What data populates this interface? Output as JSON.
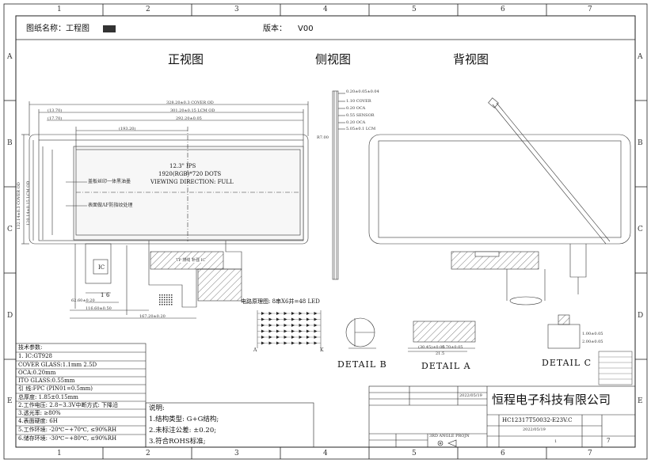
{
  "sheet": {
    "zone_columns": [
      "1",
      "2",
      "3",
      "4",
      "5",
      "6",
      "7"
    ],
    "zone_rows": [
      "A",
      "B",
      "C",
      "D",
      "E"
    ]
  },
  "header": {
    "drawing_name_label": "图纸名称：工程图",
    "version_label": "版本：",
    "version_value": "V00"
  },
  "views": {
    "front": "正视图",
    "side": "侧视图",
    "back": "背视图"
  },
  "front_view": {
    "panel_text_line1": "12.3\" IPS",
    "panel_text_line2": "1920(RGB)*720 DOTS",
    "panel_text_line3": "VIEWING DIRECTION: FULL",
    "callout_1": "盖板丝印一体黑油墨",
    "callout_2": "表面做AF防指纹处理",
    "ic_label": "IC",
    "pin_1": "1",
    "pin_6": "6",
    "dim_cover_od": "328.20±0.3 COVER OD",
    "dim_lcm_od": "301.20±0.15 LCM OD",
    "dim_va": "292.20±0.05",
    "dim_aa": "(193.20)",
    "dim_left1": "(13.70)",
    "dim_left2": "(17.70)",
    "dim_cover_h": "132.14±0.3 COVER OD",
    "dim_lcm_h": "120.14±0.15 LCM OD",
    "dim_r": "R7.00",
    "dim_bottom1": "62.60±0.20",
    "dim_bottom2": "116.60±0.50",
    "dim_bottom3": "167.20±0.20",
    "fpc_label": "TP 排线 补强 IC"
  },
  "side_view": {
    "dim_total": "0.20±0.05±0.04",
    "layers": [
      "1.10 COVER",
      "0.20 OCA",
      "0.55 SENSOR",
      "0.20 OCA",
      "5.05±0.1 LCM"
    ]
  },
  "led_label": "电路原理图: 8串X6并=48 LED",
  "led_pins": [
    "A",
    "K"
  ],
  "details": {
    "b": "DETAIL B",
    "a": "DETAIL A",
    "c": "DETAIL C",
    "a_dims": [
      "(30.45)±0.05",
      "0.70±0.05",
      "21.5"
    ],
    "c_dims": [
      "1.00±0.05",
      "2.00±0.05"
    ]
  },
  "tech_params": {
    "title": "技术参数:",
    "rows": [
      "1. IC:GT928",
      "COVER GLASS:1.1mm  2.5D",
      "OCA:0.20mm",
      "ITO GLASS:0.55mm",
      "引  线:FPC (PIN01=0.5mm)",
      "总厚度: 1.85±0.15mm",
      "2.工作电压: 2.8~3.3V中断方式: 下降沿",
      "3.透光率: ≥80%",
      "4.表面硬度: 6H",
      "5.工作环境: -20℃~+70℃, ≤90%RH",
      "6.储存环境: -30℃~+80℃, ≤90%RH"
    ]
  },
  "notes": {
    "title": "说明:",
    "rows": [
      "1.结构类型: G+G结构;",
      "2.未标注公差: ±0.20;",
      "3.符合ROHS标准;"
    ]
  },
  "title_block": {
    "company": "恒程电子科技有限公司",
    "date": "2022/05/19",
    "part_number": "HC12317T50032-E23V.C",
    "date2": "2022/05/19",
    "projection": "3RD ANGLE PROJN",
    "sheet_no": "7",
    "page": "1"
  }
}
